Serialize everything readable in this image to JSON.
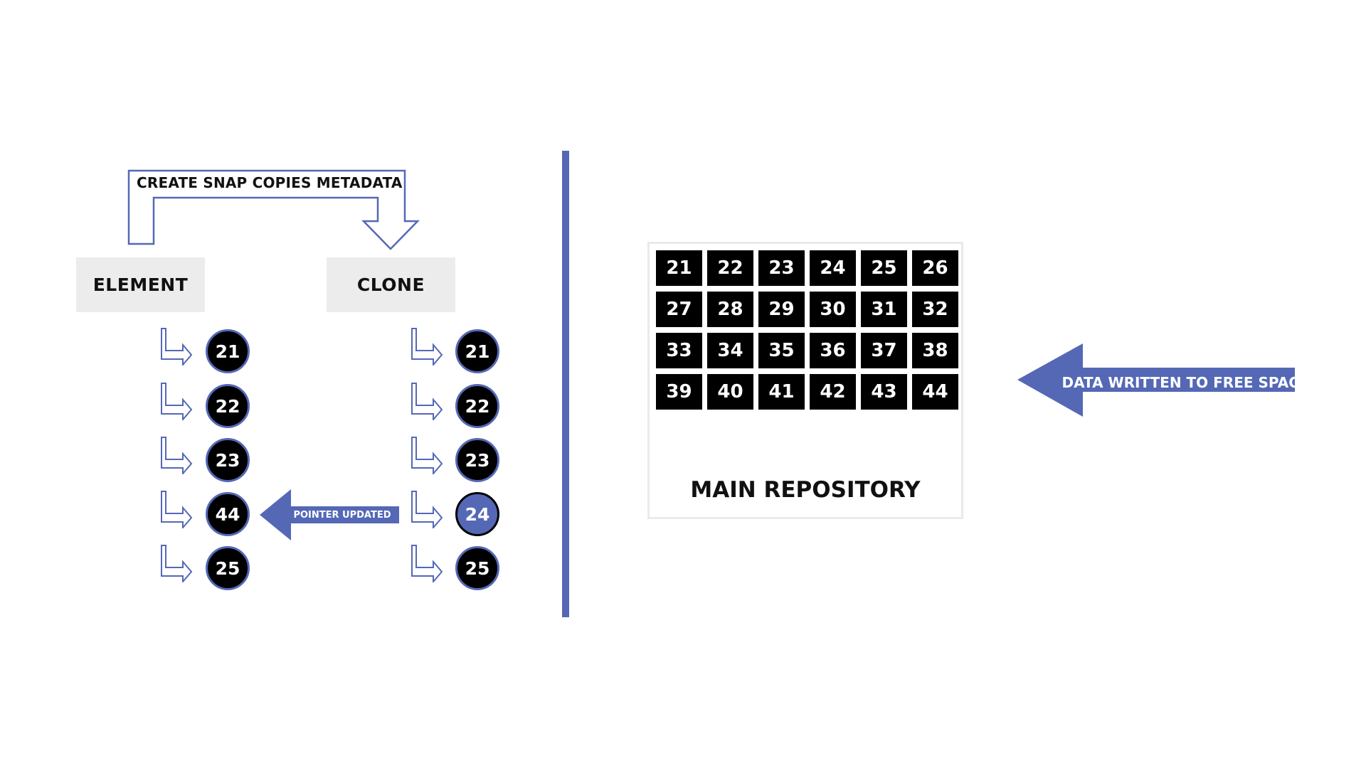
{
  "snap_arrow": {
    "label": "CREATE SNAP COPIES METADATA"
  },
  "element": {
    "header": "ELEMENT",
    "nodes": [
      "21",
      "22",
      "23",
      "44",
      "25"
    ]
  },
  "clone": {
    "header": "CLONE",
    "nodes": [
      "21",
      "22",
      "23",
      "24",
      "25"
    ],
    "highlighted_index": 3
  },
  "pointer_arrow": {
    "label": "POINTER UPDATED"
  },
  "repository": {
    "label": "MAIN REPOSITORY",
    "blocks": [
      "21",
      "22",
      "23",
      "24",
      "25",
      "26",
      "27",
      "28",
      "29",
      "30",
      "31",
      "32",
      "33",
      "34",
      "35",
      "36",
      "37",
      "38",
      "39",
      "40",
      "41",
      "42",
      "43",
      "44"
    ]
  },
  "data_arrow": {
    "label": "DATA WRITTEN TO FREE SPACE"
  },
  "colors": {
    "accent": "#5468b6",
    "node_fill": "#000000",
    "header_bg": "#ececec"
  }
}
